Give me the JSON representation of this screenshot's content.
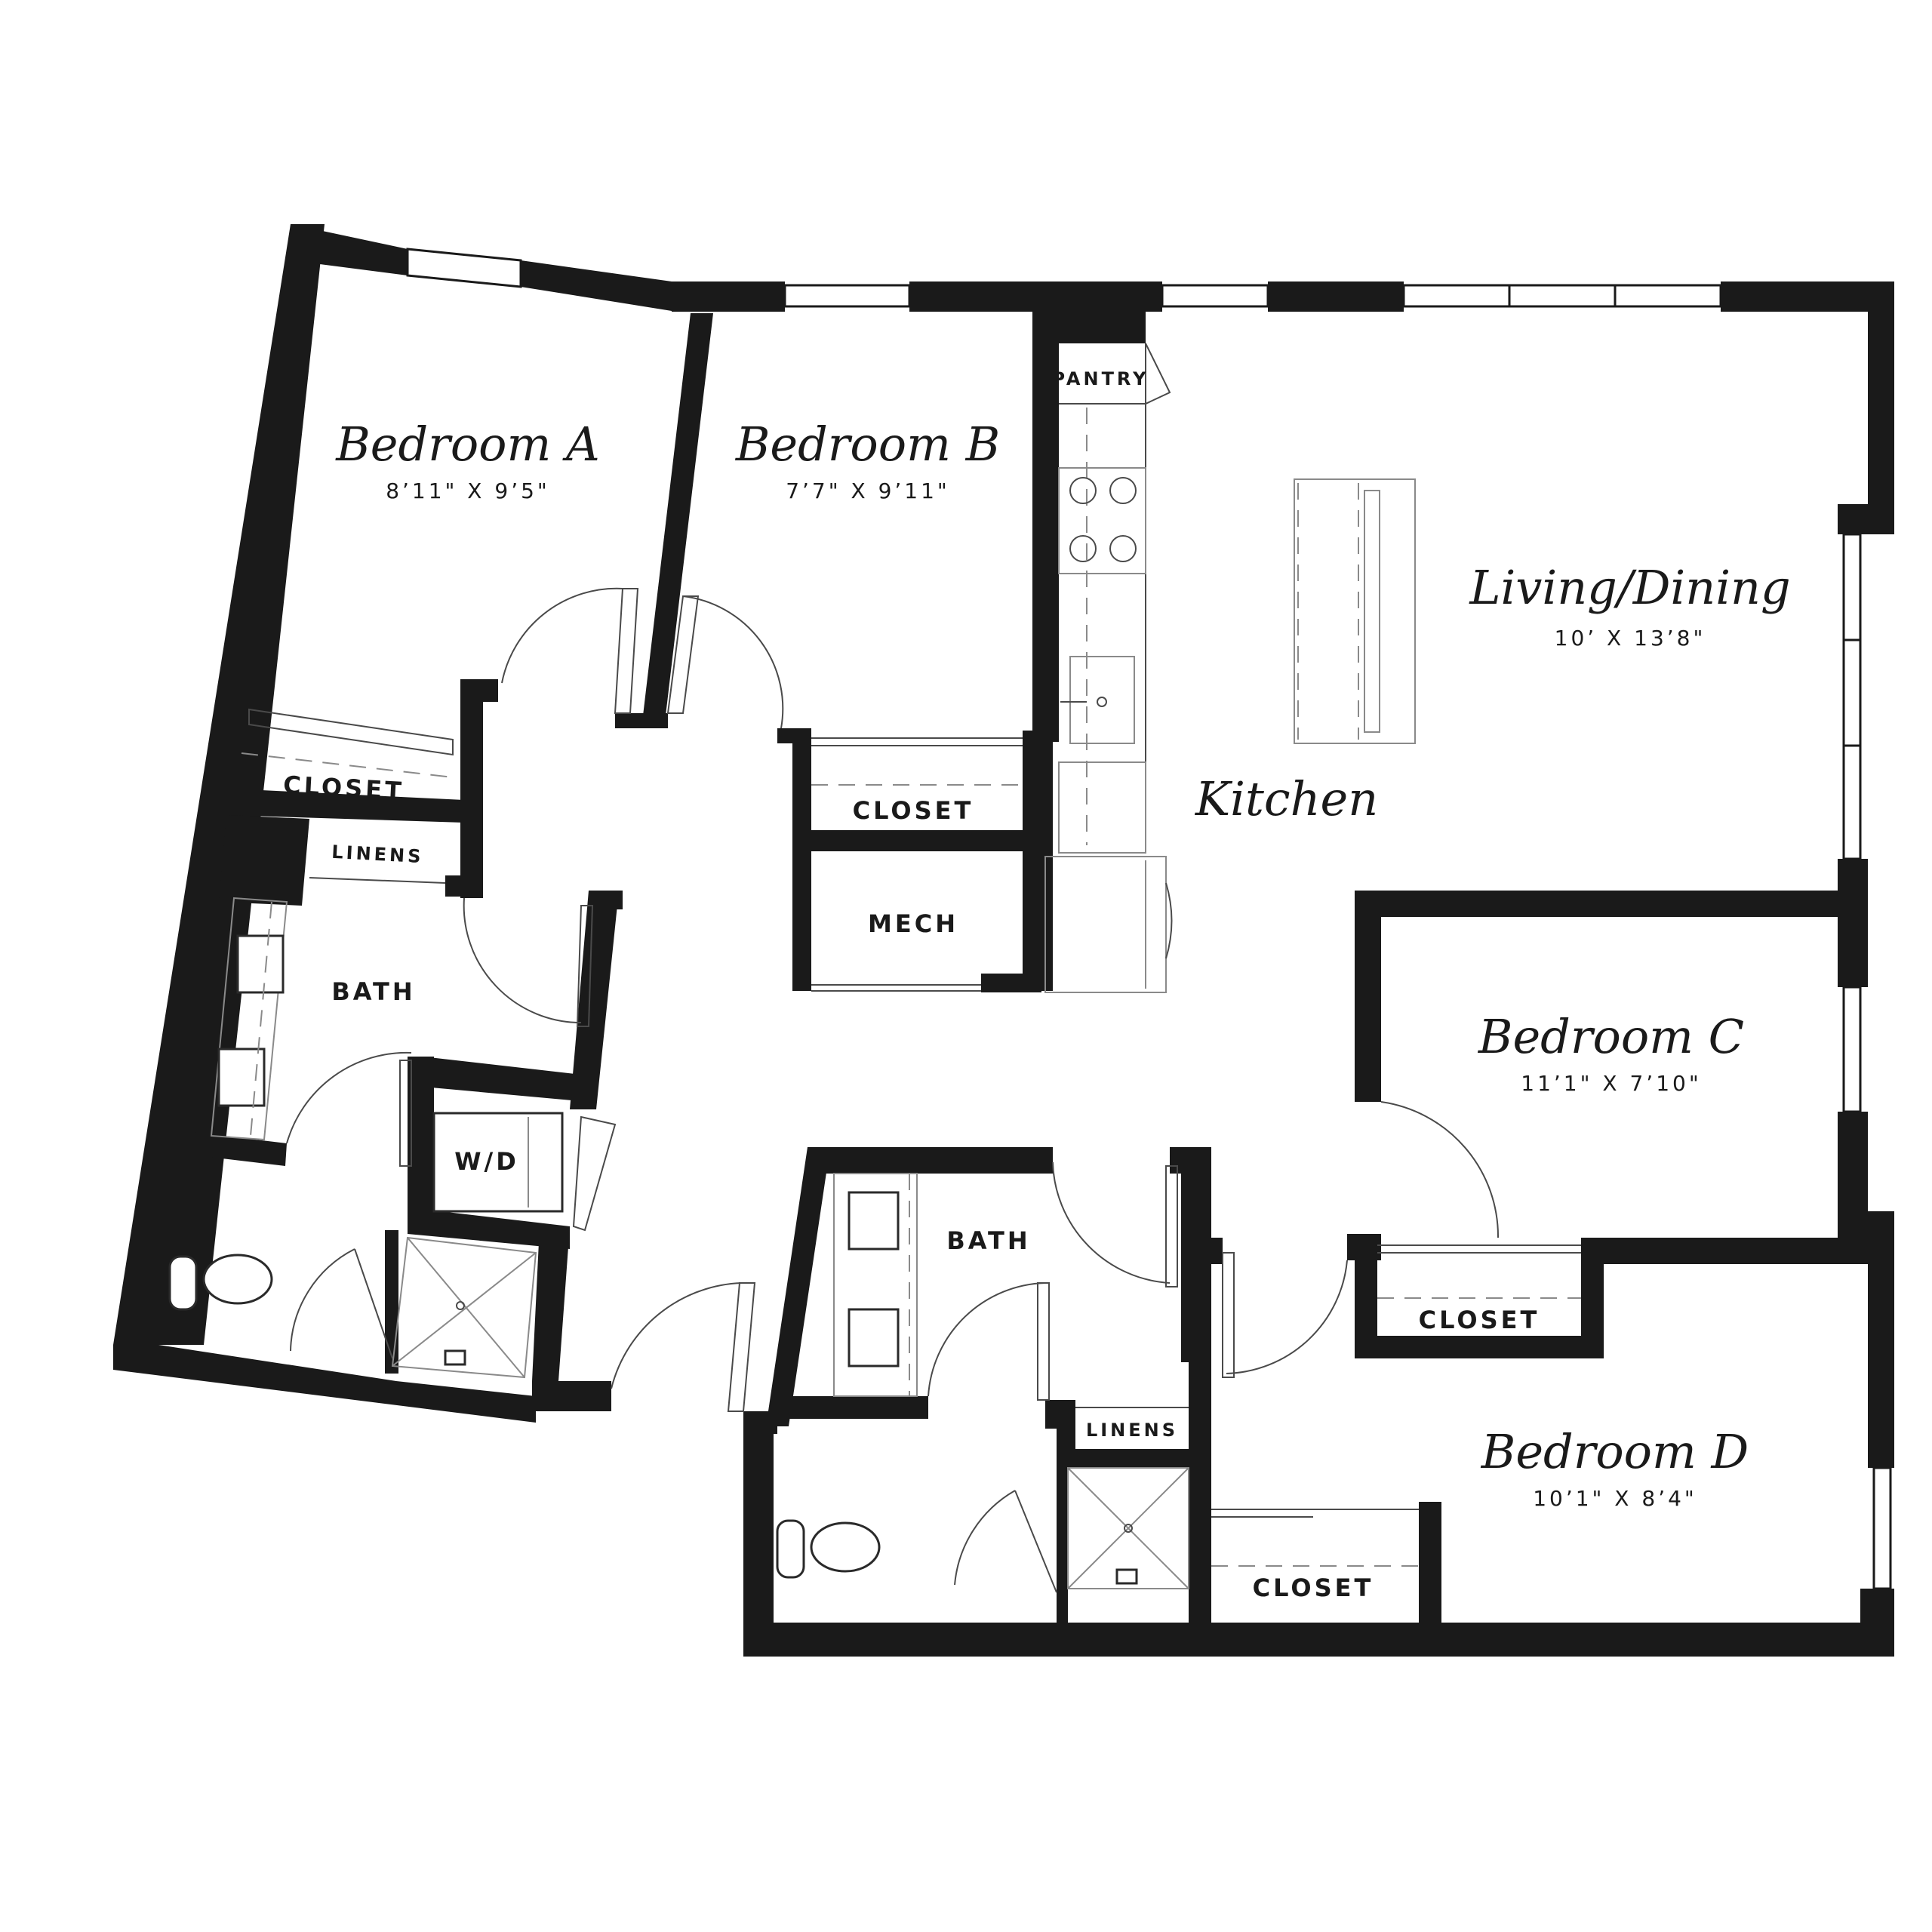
{
  "rooms": {
    "bedroom_a": {
      "name": "Bedroom A",
      "dims": "8’11\" X 9’5\""
    },
    "bedroom_b": {
      "name": "Bedroom B",
      "dims": "7’7\" X 9’11\""
    },
    "living_dining": {
      "name": "Living/Dining",
      "dims": "10’ X 13’8\""
    },
    "kitchen": {
      "name": "Kitchen"
    },
    "bedroom_c": {
      "name": "Bedroom C",
      "dims": "11’1\" X 7’10\""
    },
    "bedroom_d": {
      "name": "Bedroom D",
      "dims": "10’1\" X 8’4\""
    }
  },
  "spaces": {
    "pantry": "PANTRY",
    "closet_a": "CLOSET",
    "closet_b": "CLOSET",
    "closet_c": "CLOSET",
    "closet_d": "CLOSET",
    "linens_1": "LINENS",
    "linens_2": "LINENS",
    "bath_1": "BATH",
    "bath_2": "BATH",
    "mech": "MECH",
    "wd": "W/D"
  },
  "colors": {
    "wall": "#1a1a1a",
    "background": "#ffffff",
    "fixture_line": "#4a4a4a"
  }
}
